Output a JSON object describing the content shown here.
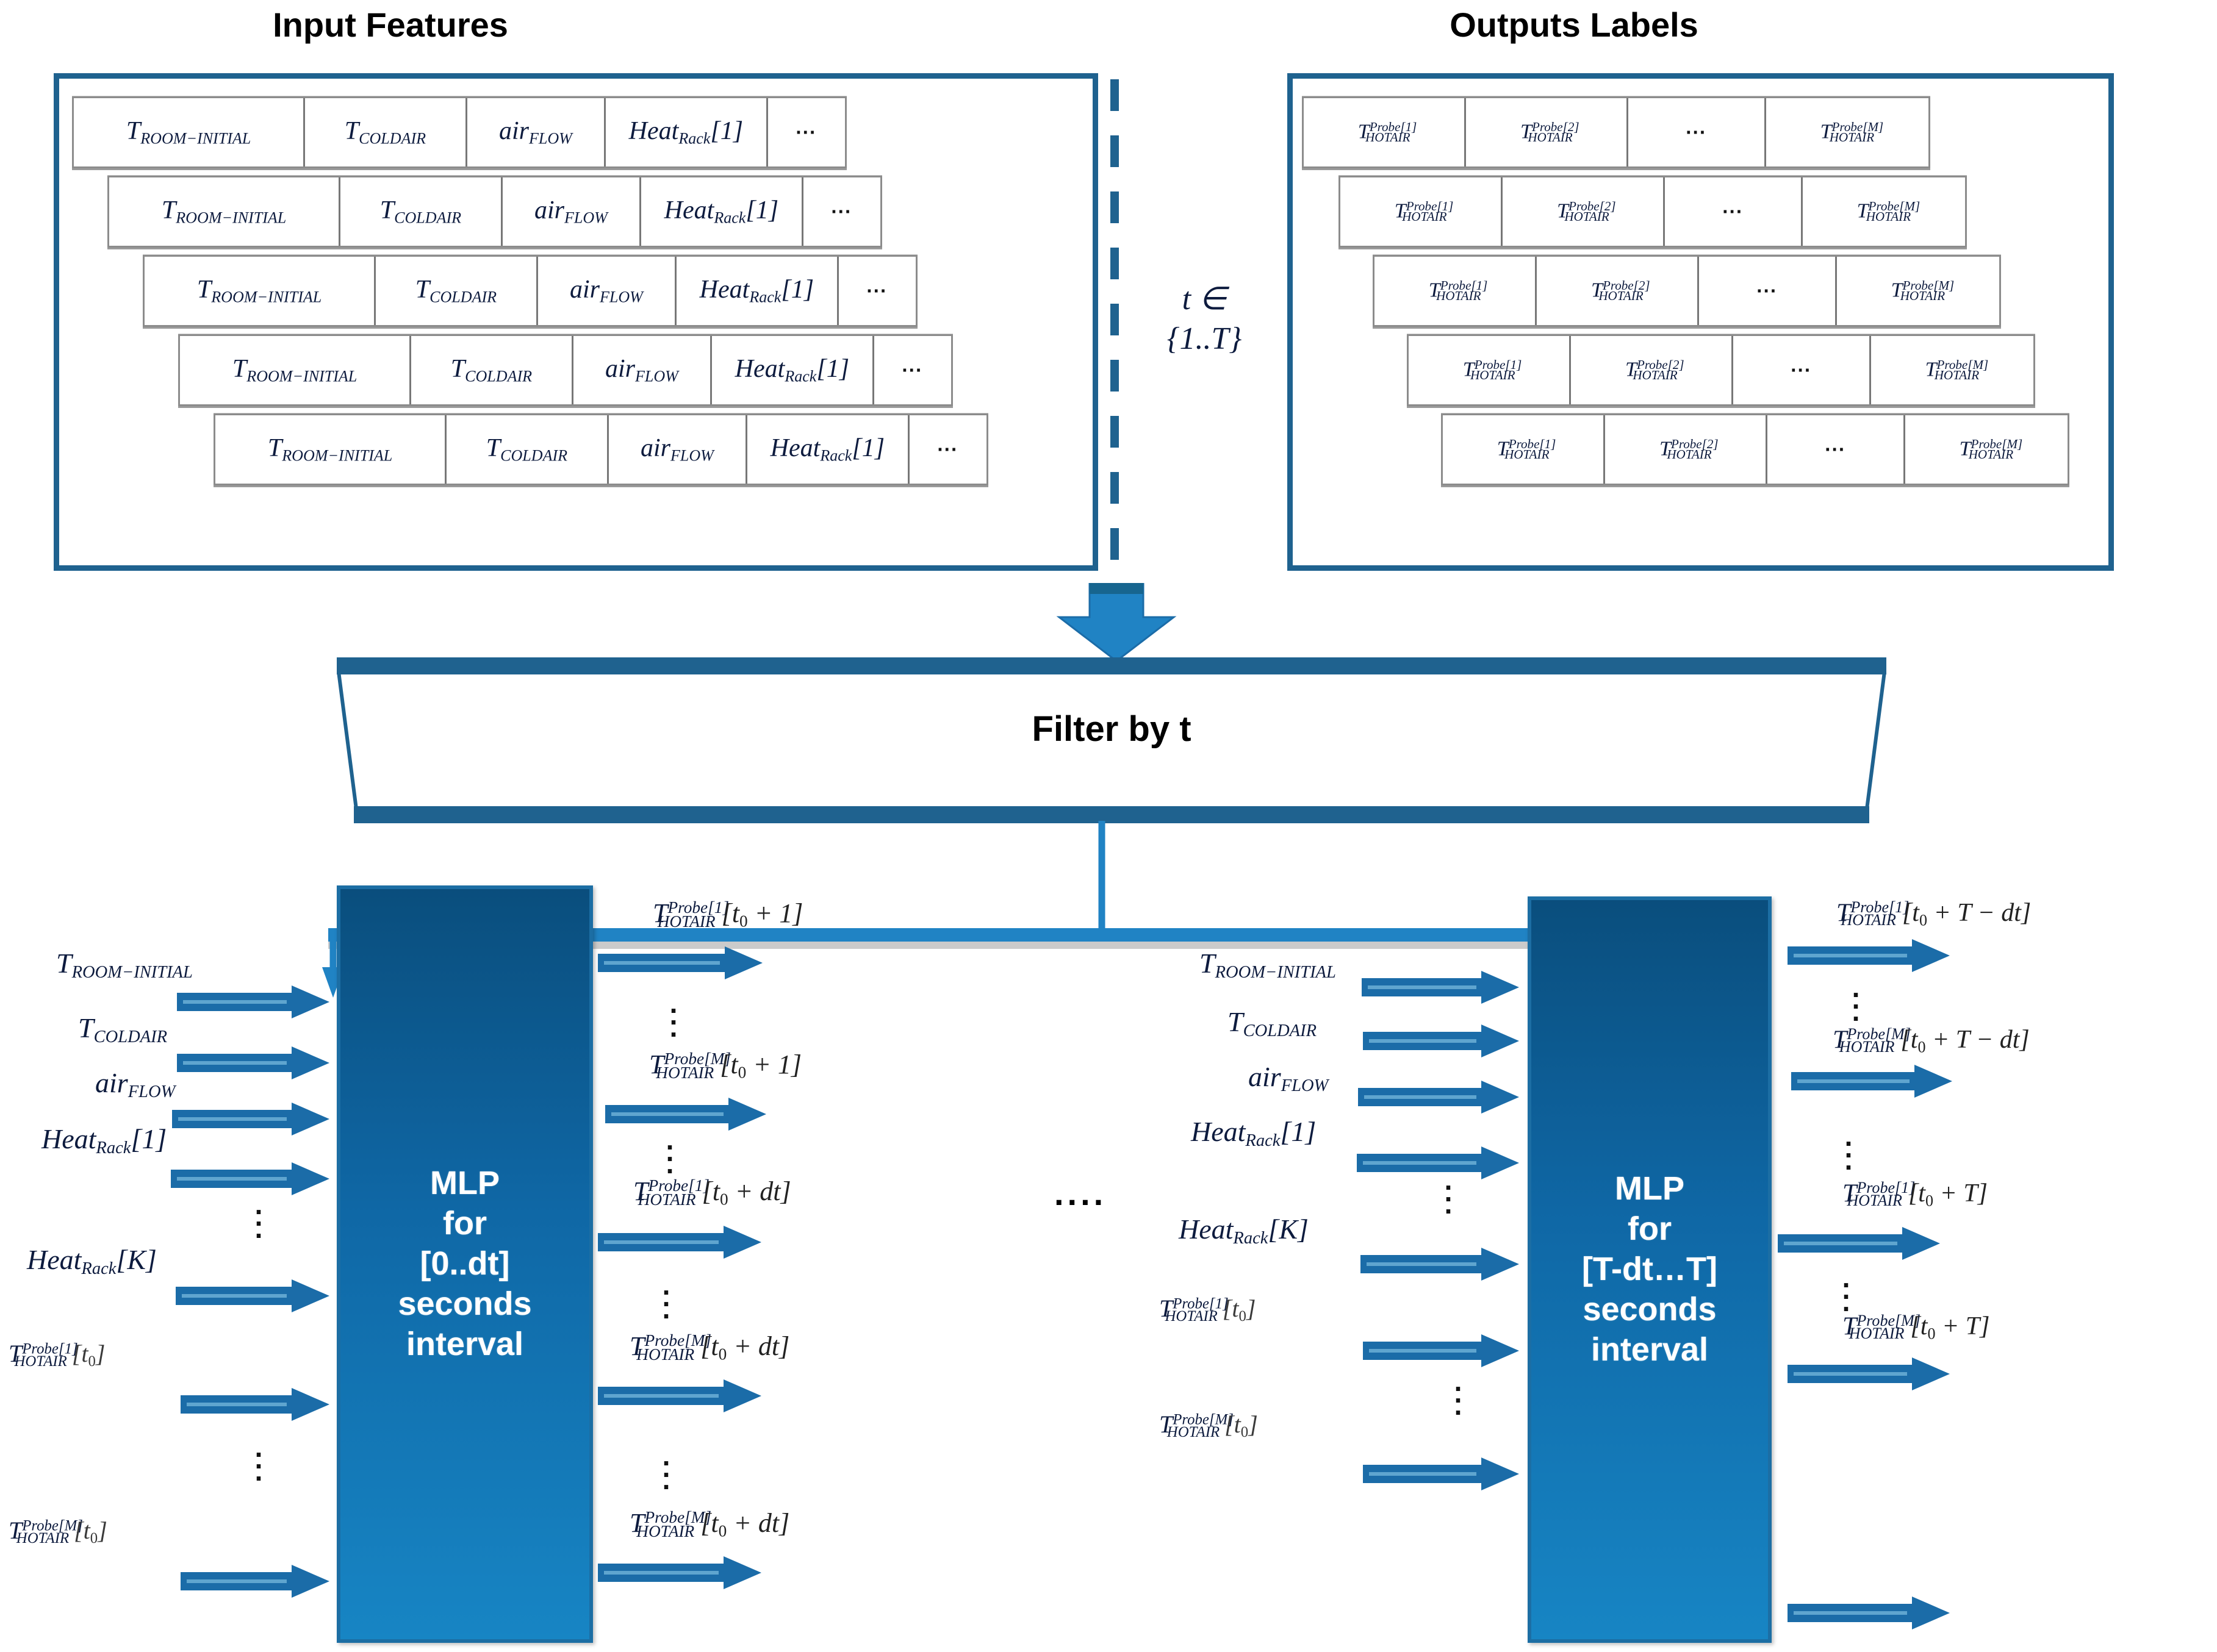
{
  "headings": {
    "input_features": "Input Features",
    "outputs_labels": "Outputs Labels"
  },
  "divider": {
    "line1": "t ∈",
    "line2": "{1..T}"
  },
  "filter": {
    "label": "Filter by t"
  },
  "between_mlps": {
    "ellipsis": "...."
  },
  "input_panel": {
    "row_cells": [
      "T_ROOM-INITIAL",
      "T_COLDAIR",
      "air_FLOW",
      "Heat_Rack[1]",
      "…"
    ],
    "cells_rendered": {
      "t_room_initial": {
        "base": "T",
        "sub": "ROOM−INITIAL"
      },
      "t_coldair": {
        "base": "T",
        "sub": "COLDAIR"
      },
      "air_flow": {
        "base": "air",
        "sub": "FLOW"
      },
      "heat_rack_1": {
        "base": "Heat",
        "sub": "Rack",
        "idx": "[1]"
      },
      "ellipsis": "…"
    },
    "row_count": 5
  },
  "output_panel": {
    "row_cells": [
      "T_HOTAIR^Probe[1]",
      "T_HOTAIR^Probe[2]",
      "…",
      "T_HOTAIR^Probe[M]"
    ],
    "cells_rendered": {
      "probe1": {
        "base": "T",
        "sup": "Probe[1]",
        "sub": "HOTAIR"
      },
      "probe2": {
        "base": "T",
        "sup": "Probe[2]",
        "sub": "HOTAIR"
      },
      "ellipsis": "…",
      "probeM": {
        "base": "T",
        "sup": "Probe[M]",
        "sub": "HOTAIR"
      }
    },
    "row_count": 5
  },
  "mlp_left": {
    "title_lines": [
      "MLP",
      "for",
      "[0..dt]",
      "seconds",
      "interval"
    ],
    "inputs": [
      {
        "base": "T",
        "sub": "ROOM−INITIAL"
      },
      {
        "base": "T",
        "sub": "COLDAIR"
      },
      {
        "base": "air",
        "sub": "FLOW"
      },
      {
        "base": "Heat",
        "sub": "Rack",
        "idx": "[1]"
      },
      {
        "base": "Heat",
        "sub": "Rack",
        "idx": "[K]"
      },
      {
        "base": "T",
        "sup": "Probe[1]",
        "sub": "HOTAIR",
        "idx": "[t₀]"
      },
      {
        "base": "T",
        "sup": "Probe[M]",
        "sub": "HOTAIR",
        "idx": "[t₀]"
      }
    ],
    "outputs": [
      {
        "base": "T",
        "sup": "Probe[1]",
        "sub": "HOTAIR",
        "idx": "[t₀ + 1]"
      },
      {
        "base": "T",
        "sup": "Probe[M]",
        "sub": "HOTAIR",
        "idx": "[t₀ + 1]"
      },
      {
        "base": "T",
        "sup": "Probe[1]",
        "sub": "HOTAIR",
        "idx": "[t₀ + dt]"
      },
      {
        "base": "T",
        "sup": "Probe[M]",
        "sub": "HOTAIR",
        "idx": "[t₀ + dt]"
      }
    ]
  },
  "mlp_right": {
    "title_lines": [
      "MLP",
      "for",
      "[T-dt…T]",
      "seconds",
      "interval"
    ],
    "inputs": [
      {
        "base": "T",
        "sub": "ROOM−INITIAL"
      },
      {
        "base": "T",
        "sub": "COLDAIR"
      },
      {
        "base": "air",
        "sub": "FLOW"
      },
      {
        "base": "Heat",
        "sub": "Rack",
        "idx": "[1]"
      },
      {
        "base": "Heat",
        "sub": "Rack",
        "idx": "[K]"
      },
      {
        "base": "T",
        "sup": "Probe[1]",
        "sub": "HOTAIR",
        "idx": "[t₀]"
      },
      {
        "base": "T",
        "sup": "Probe[M]",
        "sub": "HOTAIR",
        "idx": "[t₀]"
      }
    ],
    "outputs": [
      {
        "base": "T",
        "sup": "Probe[1]",
        "sub": "HOTAIR",
        "idx": "[t₀ + T − dt]"
      },
      {
        "base": "T",
        "sup": "Probe[M]",
        "sub": "HOTAIR",
        "idx": "[t₀ + T − dt]"
      },
      {
        "base": "T",
        "sup": "Probe[1]",
        "sub": "HOTAIR",
        "idx": "[t₀ + T]"
      },
      {
        "base": "T",
        "sup": "Probe[M]",
        "sub": "HOTAIR",
        "idx": "[t₀ + T]"
      }
    ]
  },
  "colors": {
    "accent_blue": "#1f628f",
    "arrow_blue": "#1b6ca8",
    "mlp_dark": "#0a4e7d",
    "mlp_light": "#1785c4",
    "cell_border": "#8c8c8c",
    "math_text": "#0d1b3e"
  }
}
